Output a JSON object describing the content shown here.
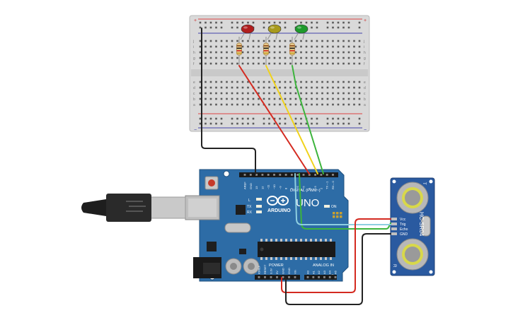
{
  "breadboard": {
    "plus_sign": "+",
    "minus_sign": "−",
    "row_letters_top": [
      "j",
      "i",
      "h",
      "g",
      "f"
    ],
    "row_letters_bottom": [
      "e",
      "d",
      "c",
      "b",
      "a"
    ]
  },
  "leds": [
    {
      "name": "red",
      "color": "#b01e1e"
    },
    {
      "name": "yellow",
      "color": "#a89a1c"
    },
    {
      "name": "green",
      "color": "#1e9a2c"
    }
  ],
  "arduino": {
    "model": "UNO",
    "brand": "ARDUINO",
    "digital_label": "DIGITAL (PWM~)",
    "power_label": "POWER",
    "analog_label": "ANALOG IN",
    "on_label": "ON",
    "tx_label": "TX",
    "rx_label": "RX",
    "l_label": "L",
    "digital_pins": [
      "AREF",
      "GND",
      "13",
      "12",
      "~11",
      "~10",
      "~9",
      "8",
      "7",
      "~6",
      "~5",
      "4",
      "~3",
      "2",
      "TX→1",
      "RX←0"
    ],
    "power_pins": [
      "IOREF",
      "RESET",
      "3.3V",
      "5V",
      "GND",
      "GND",
      "Vin"
    ],
    "analog_pins": [
      "A0",
      "A1",
      "A2",
      "A3",
      "A4",
      "A5"
    ],
    "board_color": "#2d6ca6"
  },
  "sensor": {
    "model": "HC-SR04",
    "pins": [
      "Vcc",
      "Trig",
      "Echo",
      "GND"
    ],
    "t_label": "T",
    "r_label": "R",
    "board_color": "#2a5aa0"
  },
  "wire_colors": {
    "red": "#d42a20",
    "yellow": "#f0d21a",
    "green": "#3cb43c",
    "black": "#222222",
    "cyan": "#8ecfe0"
  }
}
